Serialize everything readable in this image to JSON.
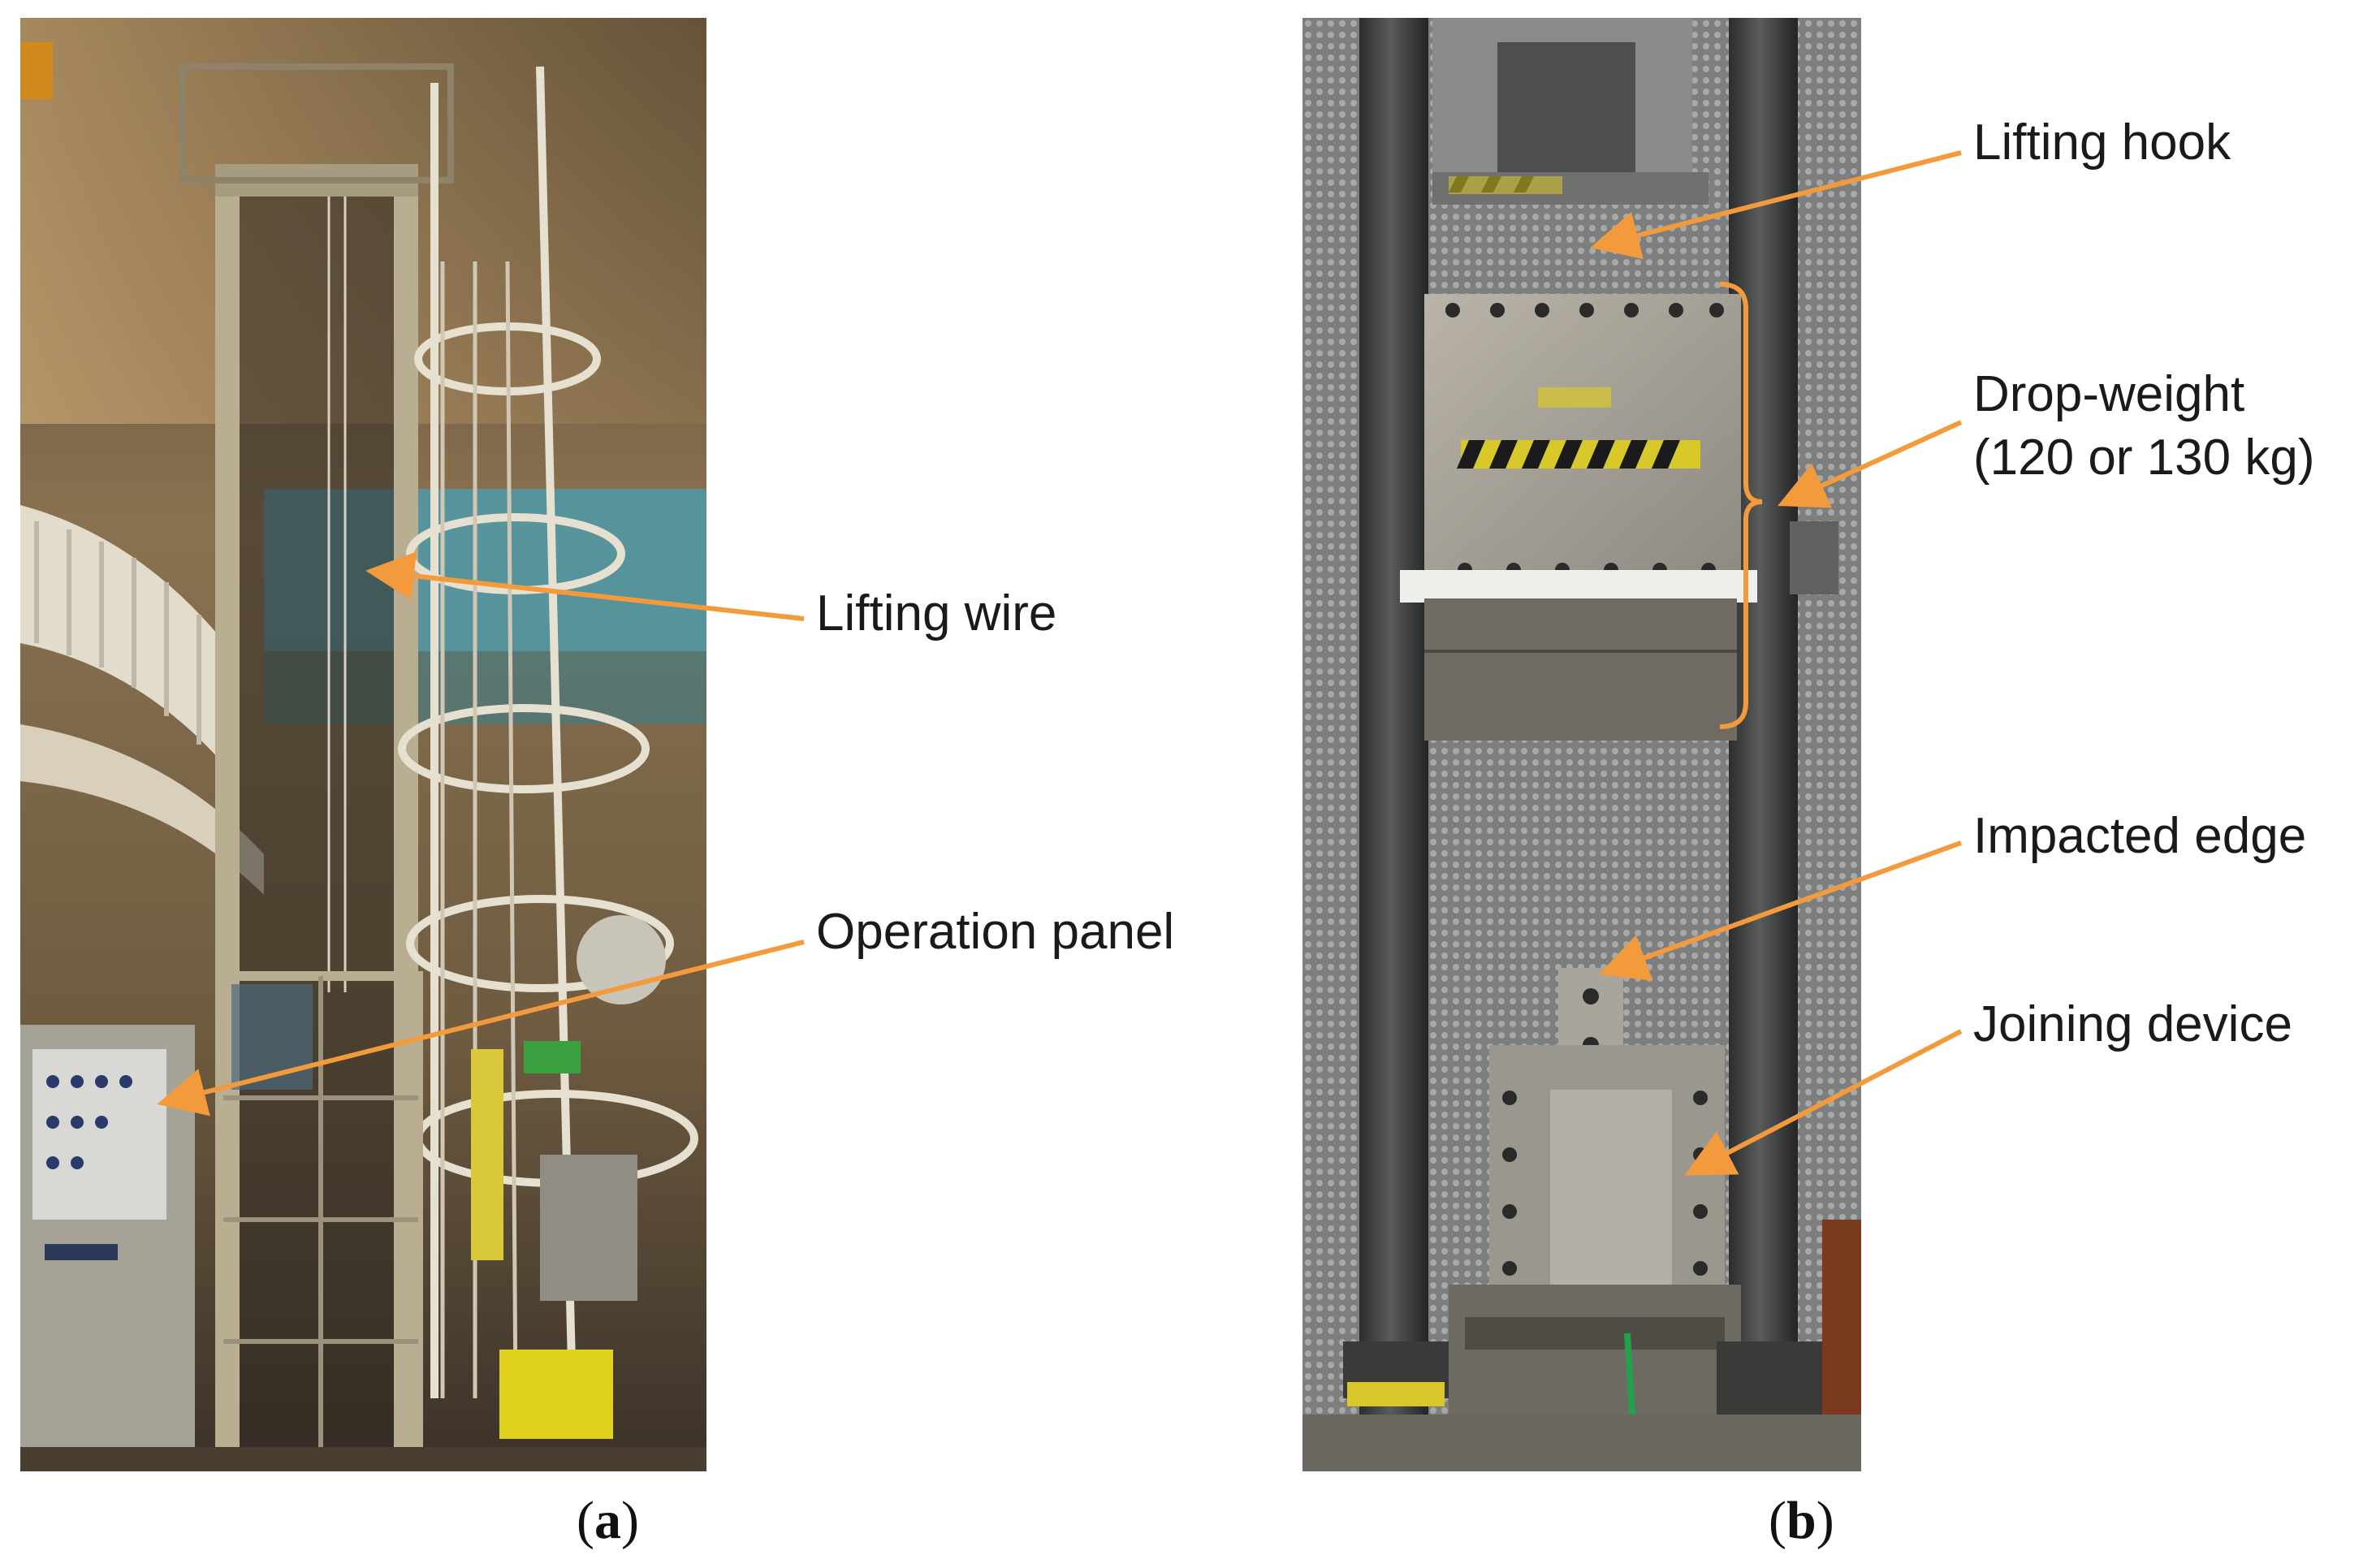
{
  "panel_a": {
    "labels": {
      "lifting_wire": "Lifting wire",
      "operation_panel": "Operation panel"
    },
    "caption_letter": "a"
  },
  "panel_b": {
    "labels": {
      "lifting_hook": "Lifting hook",
      "drop_weight_line1": "Drop-weight",
      "drop_weight_line2": "(120 or 130 kg)",
      "impacted_edge": "Impacted edge",
      "joining_device": "Joining device"
    },
    "caption_letter": "b"
  },
  "colors": {
    "annotation": "#f39a3c"
  }
}
